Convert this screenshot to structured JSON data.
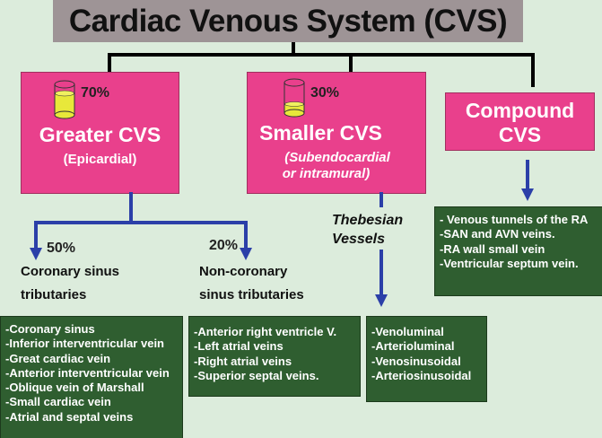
{
  "title": "Cardiac Venous System (CVS)",
  "greater": {
    "percent": "70%",
    "fill": 0.7,
    "name": "Greater CVS",
    "sub": "(Epicardial)"
  },
  "smaller": {
    "percent": "30%",
    "fill": 0.3,
    "name": "Smaller CVS",
    "sub1": "(Subendocardial",
    "sub2": "or intramural)"
  },
  "compound": {
    "line1": "Compound",
    "line2": "CVS"
  },
  "coronary": {
    "percent": "50%",
    "line1": "Coronary sinus",
    "line2": "tributaries",
    "items": [
      "-Coronary sinus",
      "-Inferior interventricular vein",
      "-Great cardiac vein",
      "-Anterior interventricular vein",
      "-Oblique vein of Marshall",
      "-Small cardiac vein",
      "-Atrial and septal veins"
    ]
  },
  "noncoronary": {
    "percent": "20%",
    "line1": "Non-coronary",
    "line2": "sinus tributaries",
    "items": [
      "-Anterior right ventricle  V.",
      "-Left atrial veins",
      "-Right atrial veins",
      "-Superior septal veins."
    ]
  },
  "thebesian": {
    "line1": "Thebesian",
    "line2": "Vessels",
    "items": [
      "-Venoluminal",
      "-Arterioluminal",
      "-Venosinusoidal",
      "-Arteriosinusoidal"
    ]
  },
  "compound_items": [
    "- Venous tunnels of the RA",
    "-SAN and AVN veins.",
    "-RA wall small vein",
    "-Ventricular septum vein."
  ],
  "colors": {
    "pink": "#e9408c",
    "green": "#2f5e30",
    "blue": "#2b3fa8",
    "background": "#dcecdc"
  }
}
